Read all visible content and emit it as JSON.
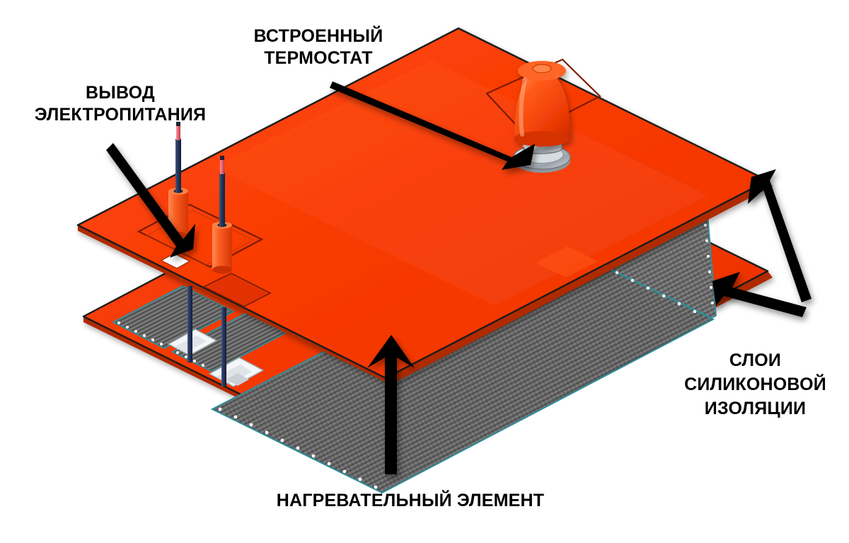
{
  "diagram": {
    "title": "Силиконовый нагреватель — взрыв-схема",
    "background_color": "#ffffff",
    "labels": [
      {
        "id": "thermostat",
        "name": "label-builtin-thermostat",
        "text": "ВСТРОЕННЫЙ\nТЕРМОСТАТ",
        "color": "#000000"
      },
      {
        "id": "power_lead",
        "name": "label-power-lead",
        "text": "ВЫВОД\nЭЛЕКТРОПИТАНИЯ",
        "color": "#000000"
      },
      {
        "id": "silicone",
        "name": "label-silicone-layers",
        "text": "СЛОИ\nСИЛИКОНОВОЙ\nИЗОЛЯЦИИ",
        "color": "#000000"
      },
      {
        "id": "heating",
        "name": "label-heating-element",
        "text": "НАГРЕВАТЕЛЬНЫЙ ЭЛЕМЕНТ",
        "color": "#000000"
      }
    ],
    "callouts": [
      {
        "id": "arrow_thermostat",
        "name": "arrow-to-thermostat",
        "points_to": "metal thermostat disc"
      },
      {
        "id": "arrow_power",
        "name": "arrow-to-power-lead",
        "points_to": "wire exit boots"
      },
      {
        "id": "arrow_top_sheet",
        "name": "arrow-to-top-silicone-layer",
        "points_to": "top silicone sheet corner"
      },
      {
        "id": "arrow_bot_sheet",
        "name": "arrow-to-bottom-silicone-layer",
        "points_to": "bottom silicone sheet corner"
      },
      {
        "id": "arrow_heating",
        "name": "arrow-to-heating-element",
        "points_to": "grey woven heating mesh"
      }
    ],
    "parts": [
      {
        "id": "top_sheet",
        "name": "top-silicone-sheet",
        "material": "Силиконовая изоляция",
        "color": "#F93B05"
      },
      {
        "id": "bottom_sheet",
        "name": "bottom-silicone-sheet",
        "material": "Силиконовая изоляция",
        "color": "#F93B05"
      },
      {
        "id": "mesh",
        "name": "heating-element-mesh",
        "material": "Нагревательный элемент",
        "color": "#6E6E6E"
      },
      {
        "id": "thermostat",
        "name": "thermostat-assembly",
        "material": "Термостат",
        "color": "#BDC2C6"
      },
      {
        "id": "boot",
        "name": "wire-strain-relief-boot",
        "material": "Силикон",
        "color": "#F2653A"
      },
      {
        "id": "wire",
        "name": "power-wire",
        "material": "Провод",
        "color": "#26365C"
      },
      {
        "id": "wire_tip",
        "name": "power-wire-tip",
        "material": "Изоляция жилы",
        "color": "#E8616E"
      },
      {
        "id": "terminal",
        "name": "mesh-terminal-pad",
        "material": "Контактная площадка",
        "color": "#F4F6F8"
      }
    ],
    "colors": {
      "silicone_orange": "#F93B05",
      "silicone_orange_light": "#FF5412",
      "silicone_edge_dark": "#9E2402",
      "mesh_grey": "#6E6E6E",
      "mesh_grey_dark": "#4C4C4C",
      "mesh_outline_teal": "#2E8F9E",
      "wire_navy": "#26365C",
      "wire_tip_red": "#E8616E",
      "metal_silver": "#BDC2C6",
      "metal_shadow": "#7E868D",
      "arrow_black": "#000000",
      "background": "#ffffff"
    }
  }
}
